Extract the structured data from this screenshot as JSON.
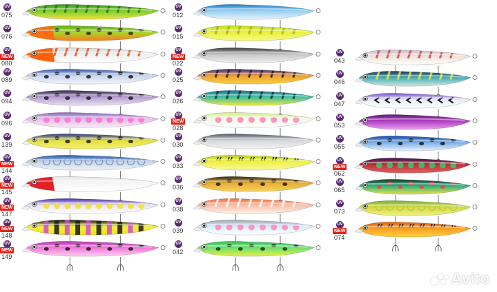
{
  "badges": {
    "uv": "UV",
    "new": "NEW"
  },
  "watermark": "Avito",
  "columns": [
    {
      "items": [
        {
          "code": "075",
          "isNew": false,
          "body": "#7ccf2a",
          "back": "#3b9b1a",
          "belly": "#f0e040",
          "pattern": "stripes",
          "patternColor": "#2d6b14"
        },
        {
          "code": "076",
          "isNew": false,
          "body": "#a6d62b",
          "back": "#5fb01a",
          "belly": "#ff7a1a",
          "pattern": "spots",
          "patternColor": "#3a2a10",
          "head": "#ff6a10"
        },
        {
          "code": "080",
          "isNew": true,
          "body": "#f0f0f0",
          "back": "#d8d8d8",
          "belly": "#ffffff",
          "pattern": "stripes",
          "patternColor": "#e0521a",
          "head": "#ff5a00"
        },
        {
          "code": "089",
          "isNew": false,
          "body": "#c9d7ee",
          "back": "#3a58a8",
          "belly": "#f4f4f8",
          "pattern": "spots",
          "patternColor": "#1a1a1a"
        },
        {
          "code": "094",
          "isNew": false,
          "body": "#b7a0d0",
          "back": "#3b2a5a",
          "belly": "#e6dff0",
          "pattern": "spots",
          "patternColor": "#1a1a1a"
        },
        {
          "code": "096",
          "isNew": false,
          "body": "#e7c2e8",
          "back": "#8a6bc2",
          "belly": "#f6eaf7",
          "pattern": "dots",
          "patternColor": "#ff6bd0"
        },
        {
          "code": "139",
          "isNew": false,
          "body": "#e4e040",
          "back": "#2a3a8a",
          "belly": "#f4f070",
          "pattern": "spots",
          "patternColor": "#1a1a1a"
        },
        {
          "code": "144",
          "isNew": true,
          "body": "#c8d6e6",
          "back": "#1f55a8",
          "belly": "#eef2f6",
          "pattern": "scales",
          "patternColor": "#5a7bbf"
        },
        {
          "code": "145",
          "isNew": true,
          "body": "#f6f6f6",
          "back": "#e8e8e8",
          "belly": "#ffffff",
          "pattern": "none",
          "patternColor": "#ffffff",
          "head": "#e0141a"
        },
        {
          "code": "147",
          "isNew": true,
          "body": "#e9e4f4",
          "back": "#4a2ab0",
          "belly": "#ffffff",
          "pattern": "dots",
          "patternColor": "#f0e020"
        },
        {
          "code": "148",
          "isNew": true,
          "body": "#f4f040",
          "back": "#1a1a1a",
          "belly": "#f0e020",
          "pattern": "bands",
          "patternColor": "#d04ad0"
        },
        {
          "code": "149",
          "isNew": true,
          "body": "#f07ad8",
          "back": "#b83ab0",
          "belly": "#ffd0f2",
          "pattern": "spots",
          "patternColor": "#1a1a1a"
        }
      ]
    },
    {
      "items": [
        {
          "code": "012",
          "isNew": false,
          "body": "#9ad0f0",
          "back": "#1f7fd0",
          "belly": "#e6f4ff",
          "pattern": "none",
          "patternColor": "#ffffff"
        },
        {
          "code": "015",
          "isNew": false,
          "body": "#e9f040",
          "back": "#c6e020",
          "belly": "#f6f880",
          "pattern": "stripes",
          "patternColor": "#a6b020"
        },
        {
          "code": "022",
          "isNew": true,
          "body": "#c8c8c8",
          "back": "#3a3a3a",
          "belly": "#eeeeee",
          "pattern": "none",
          "patternColor": "#ffffff"
        },
        {
          "code": "025",
          "isNew": false,
          "body": "#f0a030",
          "back": "#3a2a8a",
          "belly": "#f8d040",
          "pattern": "stripes",
          "patternColor": "#2a1a1a"
        },
        {
          "code": "026",
          "isNew": false,
          "body": "#40c0a0",
          "back": "#1a7aa0",
          "belly": "#f0e840",
          "pattern": "stripes",
          "patternColor": "#10302a"
        },
        {
          "code": "028",
          "isNew": true,
          "body": "#f4f8f0",
          "back": "#d8f080",
          "belly": "#ffffff",
          "pattern": "dots",
          "patternColor": "#ff7ab0"
        },
        {
          "code": "030",
          "isNew": false,
          "body": "#d6d8dc",
          "back": "#5a5e66",
          "belly": "#f2f2f4",
          "pattern": "none",
          "patternColor": "#ffffff"
        },
        {
          "code": "033",
          "isNew": false,
          "body": "#f0f040",
          "back": "#c0d020",
          "belly": "#f8f8a0",
          "pattern": "ticks",
          "patternColor": "#1a1a1a"
        },
        {
          "code": "036",
          "isNew": false,
          "body": "#e8b030",
          "back": "#3a2a10",
          "belly": "#f8d060",
          "pattern": "spots",
          "patternColor": "#2a1a0a"
        },
        {
          "code": "038",
          "isNew": false,
          "body": "#f8c0a8",
          "back": "#ff6a3a",
          "belly": "#fff0e8",
          "pattern": "stripes",
          "patternColor": "#ffffff"
        },
        {
          "code": "039",
          "isNew": false,
          "body": "#d8eef8",
          "back": "#a0a8b0",
          "belly": "#ffffff",
          "pattern": "dots",
          "patternColor": "#ff80c0"
        },
        {
          "code": "042",
          "isNew": false,
          "body": "#70e070",
          "back": "#3ac060",
          "belly": "#e8f040",
          "pattern": "spots",
          "patternColor": "#1a3a1a"
        }
      ]
    },
    {
      "items": [
        {
          "code": "043",
          "isNew": false,
          "body": "#f0e4d8",
          "back": "#c8c0d8",
          "belly": "#ffffff",
          "pattern": "stripes",
          "patternColor": "#e04040"
        },
        {
          "code": "046",
          "isNew": false,
          "body": "#4ab0b8",
          "back": "#1a3a60",
          "belly": "#d0e8e0",
          "pattern": "stripes",
          "patternColor": "#f0e030"
        },
        {
          "code": "047",
          "isNew": false,
          "body": "#e8eef8",
          "back": "#7a50d0",
          "belly": "#ffffff",
          "pattern": "chevrons",
          "patternColor": "#1a1a1a"
        },
        {
          "code": "053",
          "isNew": false,
          "body": "#b040c0",
          "back": "#6a1a80",
          "belly": "#e8a0f0",
          "pattern": "none",
          "patternColor": "#ffffff"
        },
        {
          "code": "055",
          "isNew": false,
          "body": "#7ab0e8",
          "back": "#1a4aa8",
          "belly": "#e8f0ff",
          "pattern": "spots",
          "patternColor": "#1a1a1a"
        },
        {
          "code": "062",
          "isNew": true,
          "body": "#c0303a",
          "back": "#3a1a50",
          "belly": "#e06060",
          "pattern": "dots",
          "patternColor": "#30d070"
        },
        {
          "code": "065",
          "isNew": false,
          "body": "#30b080",
          "back": "#1a3a2a",
          "belly": "#f0e040",
          "pattern": "spots",
          "patternColor": "#f04040"
        },
        {
          "code": "073",
          "isNew": false,
          "body": "#d8d840",
          "back": "#7ab040",
          "belly": "#f0f080",
          "pattern": "scales",
          "patternColor": "#a0c850"
        },
        {
          "code": "074",
          "isNew": true,
          "body": "#f8a020",
          "back": "#e86010",
          "belly": "#ffd040",
          "pattern": "ticks",
          "patternColor": "#1a1a1a"
        }
      ]
    }
  ]
}
